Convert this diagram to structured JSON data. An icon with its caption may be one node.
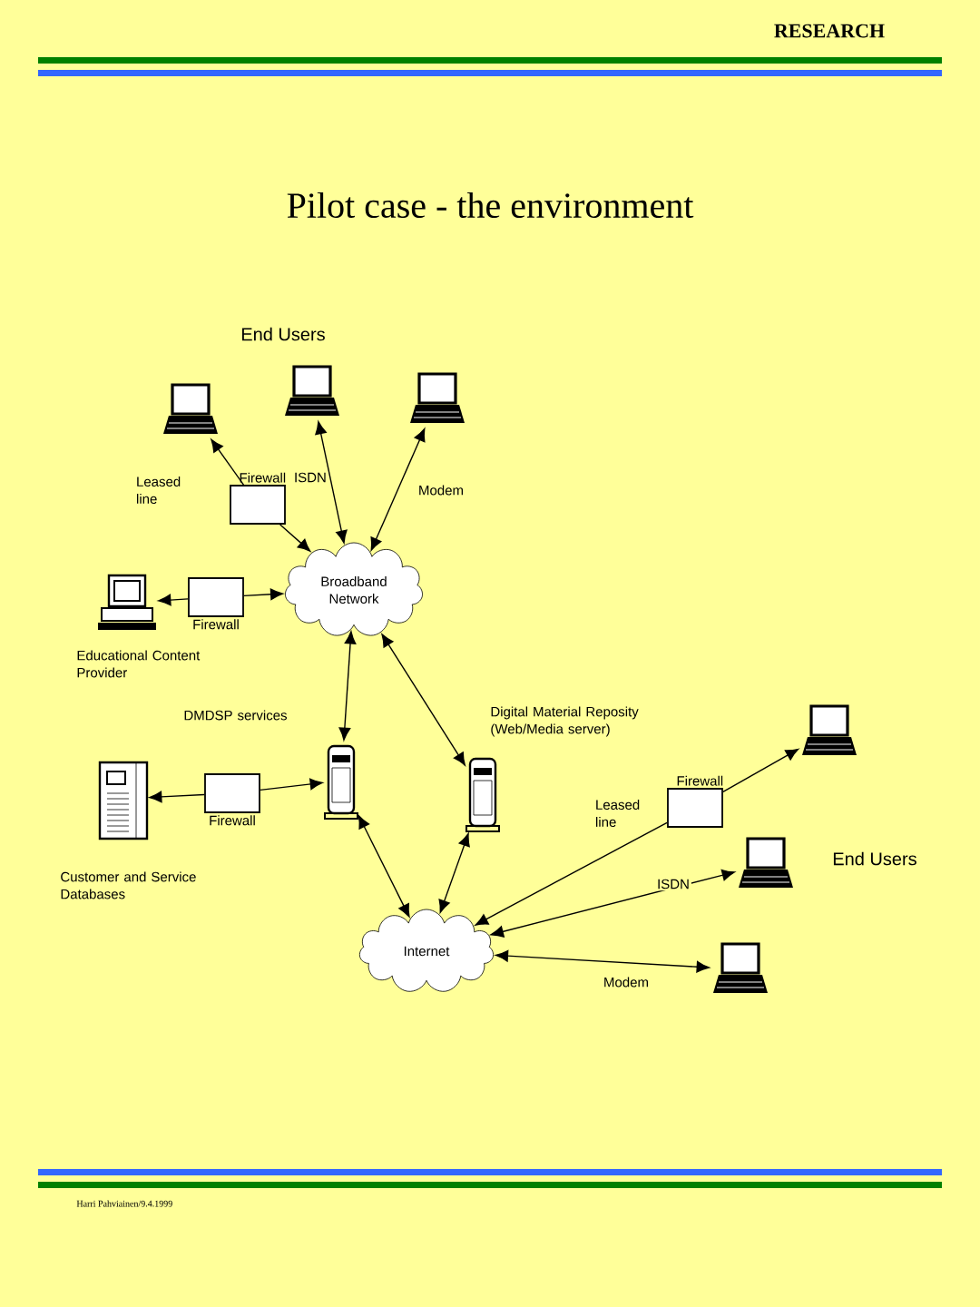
{
  "diagram": {
    "title": "Pilot case - the environment",
    "nodes": [
      {
        "text": [],
        "shape": "laptop"
      },
      {
        "text": [],
        "shape": "laptop"
      },
      {
        "text": [],
        "shape": "laptop"
      },
      {
        "text": [
          "Firewall"
        ]
      },
      {
        "text": [
          "Broadband Network"
        ]
      },
      {
        "text": [],
        "shape": "computer",
        "beside": [
          "Educational Content Provider"
        ]
      },
      {
        "text": [
          "Firewall"
        ]
      },
      {
        "text": [],
        "shape": "server",
        "beside": [
          "DMDSP services"
        ]
      },
      {
        "text": [],
        "shape": "server",
        "beside": [
          "Digital Material Reposity (Web/Media server)"
        ]
      },
      {
        "text": [],
        "shape": "server",
        "beside": [
          "Customer and Service Databases"
        ]
      },
      {
        "text": [
          "Firewall"
        ]
      },
      {
        "text": [
          "Internet"
        ]
      },
      {
        "text": [
          "Firewall"
        ]
      },
      {
        "text": [],
        "shape": "laptop"
      },
      {
        "text": [],
        "shape": "laptop"
      },
      {
        "text": [],
        "shape": "laptop"
      }
    ],
    "edges": [
      {
        "from": 3,
        "to": 0,
        "arrow": "to",
        "label": "Leased line"
      },
      {
        "from": 3,
        "to": 4,
        "arrow": "to"
      },
      {
        "from": 1,
        "to": 4,
        "arrow": "both",
        "label": "ISDN"
      },
      {
        "from": 2,
        "to": 4,
        "arrow": "both",
        "label": "Modem"
      },
      {
        "from": 6,
        "to": 5,
        "arrow": "to"
      },
      {
        "from": 6,
        "to": 4,
        "arrow": "to"
      },
      {
        "from": 7,
        "to": 4,
        "arrow": "both"
      },
      {
        "from": 8,
        "to": 4,
        "arrow": "both"
      },
      {
        "from": 10,
        "to": 9,
        "arrow": "to"
      },
      {
        "from": 10,
        "to": 7,
        "arrow": "to"
      },
      {
        "from": 7,
        "to": 11,
        "arrow": "both"
      },
      {
        "from": 8,
        "to": 11,
        "arrow": "both"
      },
      {
        "from": 12,
        "to": 13,
        "arrow": "to"
      },
      {
        "from": 12,
        "to": 11,
        "arrow": "to",
        "label": "Leased line"
      },
      {
        "from": 11,
        "to": 14,
        "arrow": "both",
        "label": "ISDN"
      },
      {
        "from": 11,
        "to": 15,
        "arrow": "both",
        "label": "Modem"
      }
    ],
    "labels": [
      "RESEARCH",
      "End Users",
      "End Users",
      "Harri Pahviainen/9.4.1999"
    ]
  }
}
